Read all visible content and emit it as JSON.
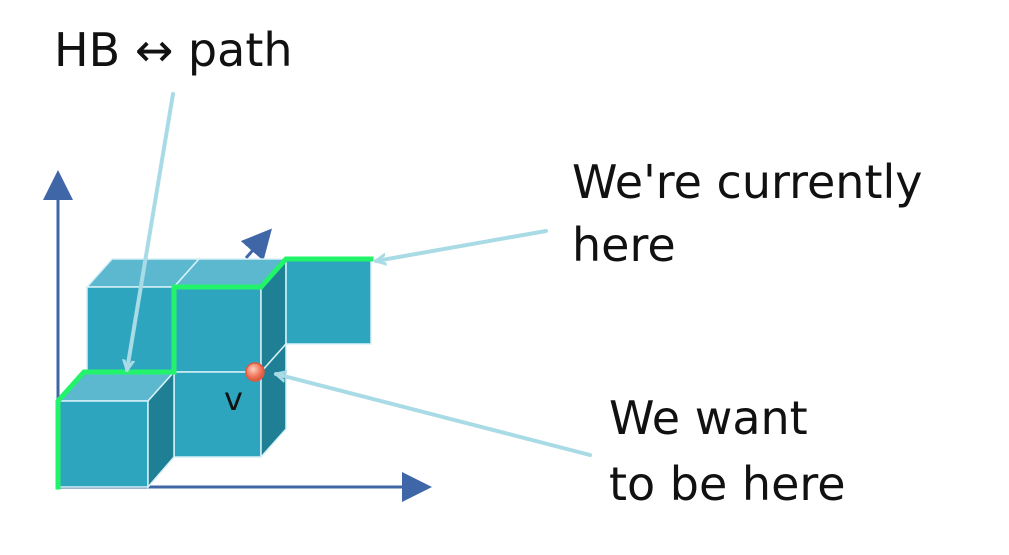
{
  "labels": {
    "hb_path": "HB ↔ path",
    "current_line1": "We're currently",
    "current_line2": "here",
    "want_line1": "We want",
    "want_line2": "to be here",
    "vertex": "v"
  },
  "icons": {
    "vertex": "point-marker"
  },
  "colors": {
    "axis": "#3f66a6",
    "path": "#22f36a",
    "callout": "#a8dbe6",
    "cube_front": "#2ea5bf",
    "cube_top": "#5bb8cf",
    "cube_side": "#1f7f95",
    "cube_edge": "#d7f1f7",
    "point": "#f07a5f",
    "text": "#111111"
  }
}
